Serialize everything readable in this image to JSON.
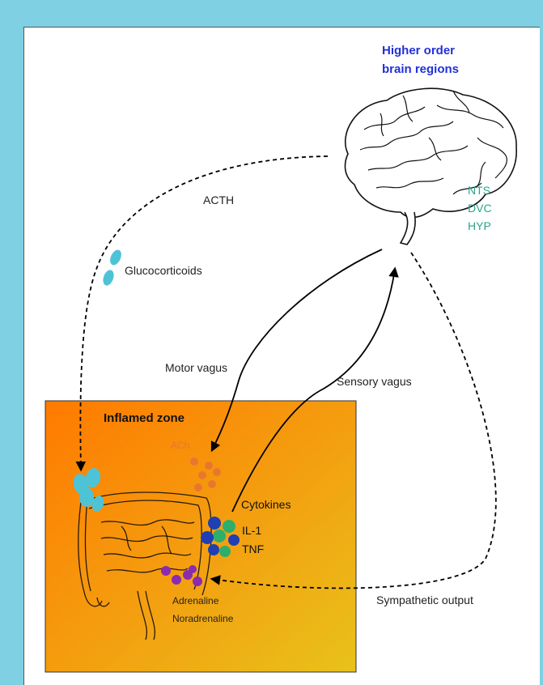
{
  "title": {
    "line1": "Higher order",
    "line2": "brain regions",
    "color": "#2230d8"
  },
  "brain_nuclei": [
    "NTS",
    "DVC",
    "HYP"
  ],
  "nuclei_color": "#2aa58a",
  "inflamed_zone": {
    "label": "Inflamed zone",
    "gradient_start": "#ff7a00",
    "gradient_end": "#e8c21a"
  },
  "pathways": {
    "acth": "ACTH",
    "glucocorticoids": "Glucocorticoids",
    "motor_vagus": "Motor vagus",
    "sensory_vagus": "Sensory vagus",
    "sympathetic_output": "Sympathetic output"
  },
  "molecules": {
    "ach": "ACh",
    "cytokines": "Cytokines",
    "il1": "IL-1",
    "tnf": "TNF",
    "adrenaline": "Adrenaline",
    "noradrenaline": "Noradrenaline"
  },
  "colors": {
    "glucocorticoid": "#4fc3d6",
    "ach": "#e8772e",
    "cytokine_blue": "#1f3fb3",
    "cytokine_green": "#2fae6b",
    "catecholamine": "#8a2bb0"
  }
}
